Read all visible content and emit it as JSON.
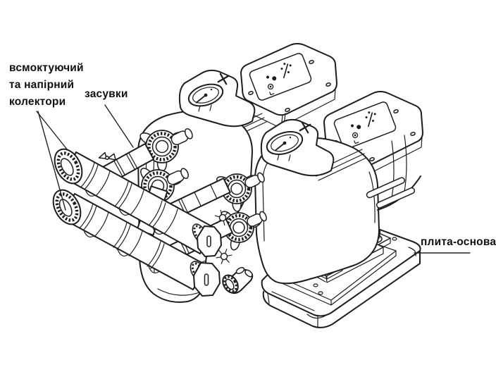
{
  "diagram": {
    "background_color": "#ffffff",
    "line_color": "#1d1d1d",
    "callouts": {
      "manifolds": {
        "lines": [
          "всмоктуючий",
          "та напірний",
          "колектори"
        ]
      },
      "valves": {
        "lines": [
          "засувки"
        ]
      },
      "base_plate": {
        "lines": [
          "плита-основа"
        ]
      }
    }
  }
}
